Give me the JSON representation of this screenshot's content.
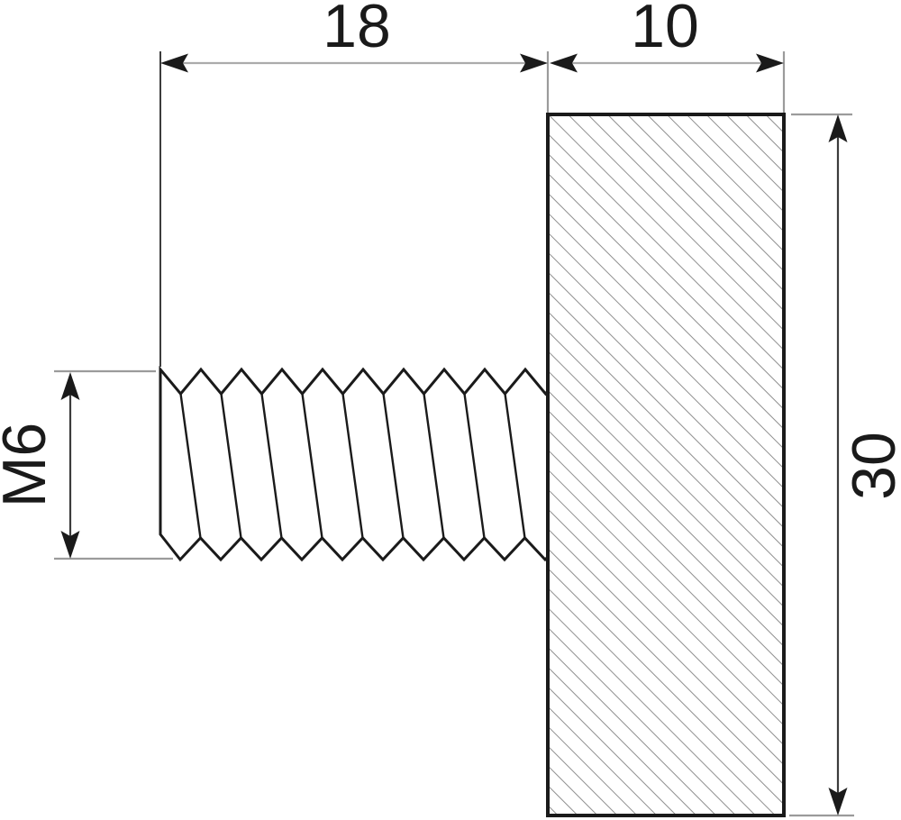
{
  "drawing": {
    "type": "engineering-cross-section",
    "subject": "M6 threaded stud fixed in cylindrical body, side section view with hatching",
    "dimensions": {
      "thread_length": {
        "label": "18"
      },
      "body_width": {
        "label": "10"
      },
      "body_height": {
        "label": "30"
      },
      "thread_size": {
        "label": "M6"
      }
    },
    "colors": {
      "outline": "#1a1a1a",
      "dimension_gray": "#ababab",
      "dimension_dark": "#3c3c3c",
      "ext_gray": "#9b9b9b",
      "hatch": "#8f8f8f",
      "text": "#1a1a1a",
      "background": "#ffffff"
    }
  }
}
